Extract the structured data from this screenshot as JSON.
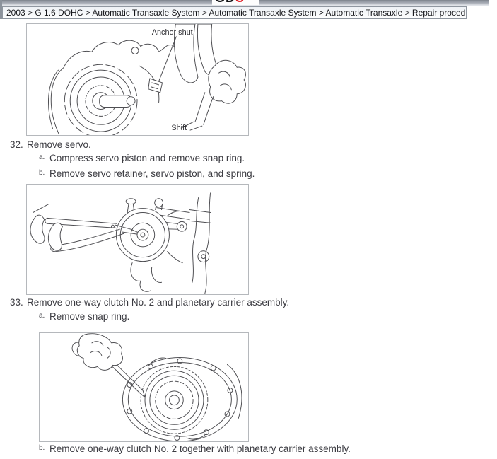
{
  "header": {
    "logo": {
      "black": "GD",
      "red": "S"
    },
    "breadcrumb": "2003 > G 1.6 DOHC > Automatic Transaxle System > Automatic Transaxle System > Automatic Transaxle > Repair procedures"
  },
  "figure1": {
    "anchor_label": "Anchor shut",
    "shift_label": "Shift"
  },
  "steps": [
    {
      "number": "32.",
      "text": "Remove servo.",
      "substeps": [
        {
          "marker": "a.",
          "text": "Compress servo piston and remove snap ring."
        },
        {
          "marker": "b.",
          "text": "Remove servo retainer, servo piston, and spring."
        }
      ]
    },
    {
      "number": "33.",
      "text": "Remove one-way clutch No. 2 and planetary carrier assembly.",
      "substeps": [
        {
          "marker": "a.",
          "text": "Remove snap ring."
        },
        {
          "marker": "b.",
          "text": "Remove one-way clutch No. 2 together with planetary carrier assembly."
        }
      ]
    }
  ],
  "colors": {
    "logo_red": "#e02128",
    "figure_border": "#b5b8bc",
    "text": "#3b3b41"
  }
}
